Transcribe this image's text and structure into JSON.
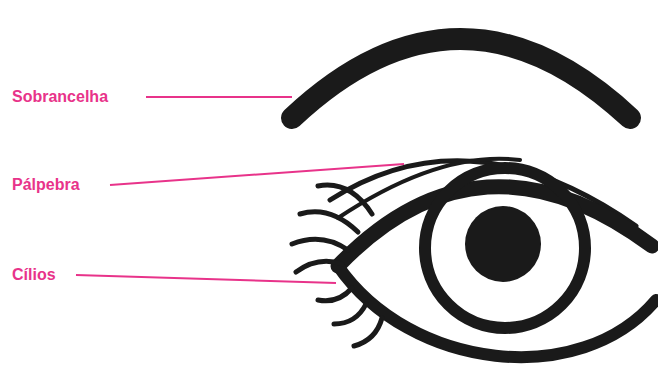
{
  "diagram": {
    "labels": [
      "Sobrancelha",
      "Pálpebra",
      "Cílios"
    ]
  }
}
